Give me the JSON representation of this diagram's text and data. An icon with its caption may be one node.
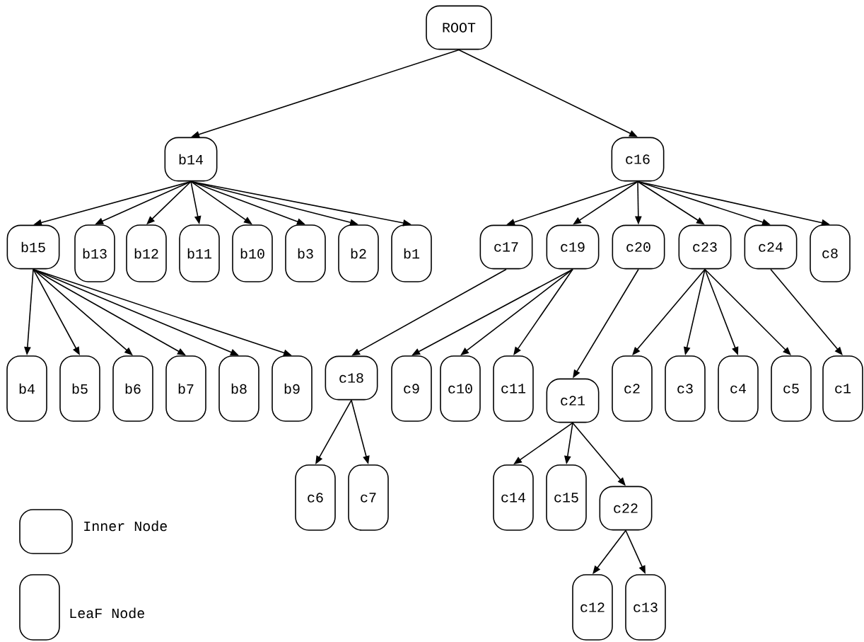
{
  "diagram": {
    "nodes": [
      {
        "text": [
          "ROOT"
        ]
      },
      {
        "text": [
          "b14"
        ]
      },
      {
        "text": [
          "c16"
        ]
      },
      {
        "text": [
          "b15"
        ]
      },
      {
        "text": [
          "b13"
        ]
      },
      {
        "text": [
          "b12"
        ]
      },
      {
        "text": [
          "b11"
        ]
      },
      {
        "text": [
          "b10"
        ]
      },
      {
        "text": [
          "b3"
        ]
      },
      {
        "text": [
          "b2"
        ]
      },
      {
        "text": [
          "b1"
        ]
      },
      {
        "text": [
          "c17"
        ]
      },
      {
        "text": [
          "c19"
        ]
      },
      {
        "text": [
          "c20"
        ]
      },
      {
        "text": [
          "c23"
        ]
      },
      {
        "text": [
          "c24"
        ]
      },
      {
        "text": [
          "c8"
        ]
      },
      {
        "text": [
          "b4"
        ]
      },
      {
        "text": [
          "b5"
        ]
      },
      {
        "text": [
          "b6"
        ]
      },
      {
        "text": [
          "b7"
        ]
      },
      {
        "text": [
          "b8"
        ]
      },
      {
        "text": [
          "b9"
        ]
      },
      {
        "text": [
          "c18"
        ]
      },
      {
        "text": [
          "c9"
        ]
      },
      {
        "text": [
          "c10"
        ]
      },
      {
        "text": [
          "c11"
        ]
      },
      {
        "text": [
          "c21"
        ]
      },
      {
        "text": [
          "c2"
        ]
      },
      {
        "text": [
          "c3"
        ]
      },
      {
        "text": [
          "c4"
        ]
      },
      {
        "text": [
          "c5"
        ]
      },
      {
        "text": [
          "c1"
        ]
      },
      {
        "text": [
          "c6"
        ]
      },
      {
        "text": [
          "c7"
        ]
      },
      {
        "text": [
          "c14"
        ]
      },
      {
        "text": [
          "c15"
        ]
      },
      {
        "text": [
          "c22"
        ]
      },
      {
        "text": [
          "c12"
        ]
      },
      {
        "text": [
          "c13"
        ]
      }
    ],
    "edges": [
      {
        "from": 0,
        "to": 1,
        "arrow": "to"
      },
      {
        "from": 0,
        "to": 2,
        "arrow": "to"
      },
      {
        "from": 1,
        "to": 3,
        "arrow": "to"
      },
      {
        "from": 1,
        "to": 4,
        "arrow": "to"
      },
      {
        "from": 1,
        "to": 5,
        "arrow": "to"
      },
      {
        "from": 1,
        "to": 6,
        "arrow": "to"
      },
      {
        "from": 1,
        "to": 7,
        "arrow": "to"
      },
      {
        "from": 1,
        "to": 8,
        "arrow": "to"
      },
      {
        "from": 1,
        "to": 9,
        "arrow": "to"
      },
      {
        "from": 1,
        "to": 10,
        "arrow": "to"
      },
      {
        "from": 2,
        "to": 11,
        "arrow": "to"
      },
      {
        "from": 2,
        "to": 12,
        "arrow": "to"
      },
      {
        "from": 2,
        "to": 13,
        "arrow": "to"
      },
      {
        "from": 2,
        "to": 14,
        "arrow": "to"
      },
      {
        "from": 2,
        "to": 15,
        "arrow": "to"
      },
      {
        "from": 2,
        "to": 16,
        "arrow": "to"
      },
      {
        "from": 3,
        "to": 17,
        "arrow": "to"
      },
      {
        "from": 3,
        "to": 18,
        "arrow": "to"
      },
      {
        "from": 3,
        "to": 19,
        "arrow": "to"
      },
      {
        "from": 3,
        "to": 20,
        "arrow": "to"
      },
      {
        "from": 3,
        "to": 21,
        "arrow": "to"
      },
      {
        "from": 3,
        "to": 22,
        "arrow": "to"
      },
      {
        "from": 11,
        "to": 23,
        "arrow": "to"
      },
      {
        "from": 12,
        "to": 24,
        "arrow": "to"
      },
      {
        "from": 12,
        "to": 25,
        "arrow": "to"
      },
      {
        "from": 12,
        "to": 26,
        "arrow": "to"
      },
      {
        "from": 13,
        "to": 27,
        "arrow": "to"
      },
      {
        "from": 14,
        "to": 28,
        "arrow": "to"
      },
      {
        "from": 14,
        "to": 29,
        "arrow": "to"
      },
      {
        "from": 14,
        "to": 30,
        "arrow": "to"
      },
      {
        "from": 14,
        "to": 31,
        "arrow": "to"
      },
      {
        "from": 15,
        "to": 32,
        "arrow": "to"
      },
      {
        "from": 23,
        "to": 33,
        "arrow": "to"
      },
      {
        "from": 23,
        "to": 34,
        "arrow": "to"
      },
      {
        "from": 27,
        "to": 35,
        "arrow": "to"
      },
      {
        "from": 27,
        "to": 36,
        "arrow": "to"
      },
      {
        "from": 27,
        "to": 37,
        "arrow": "to"
      },
      {
        "from": 37,
        "to": 38,
        "arrow": "to"
      },
      {
        "from": 37,
        "to": 39,
        "arrow": "to"
      }
    ],
    "legend": [
      {
        "text": "Inner Node"
      },
      {
        "text": "LeaF Node"
      }
    ]
  }
}
